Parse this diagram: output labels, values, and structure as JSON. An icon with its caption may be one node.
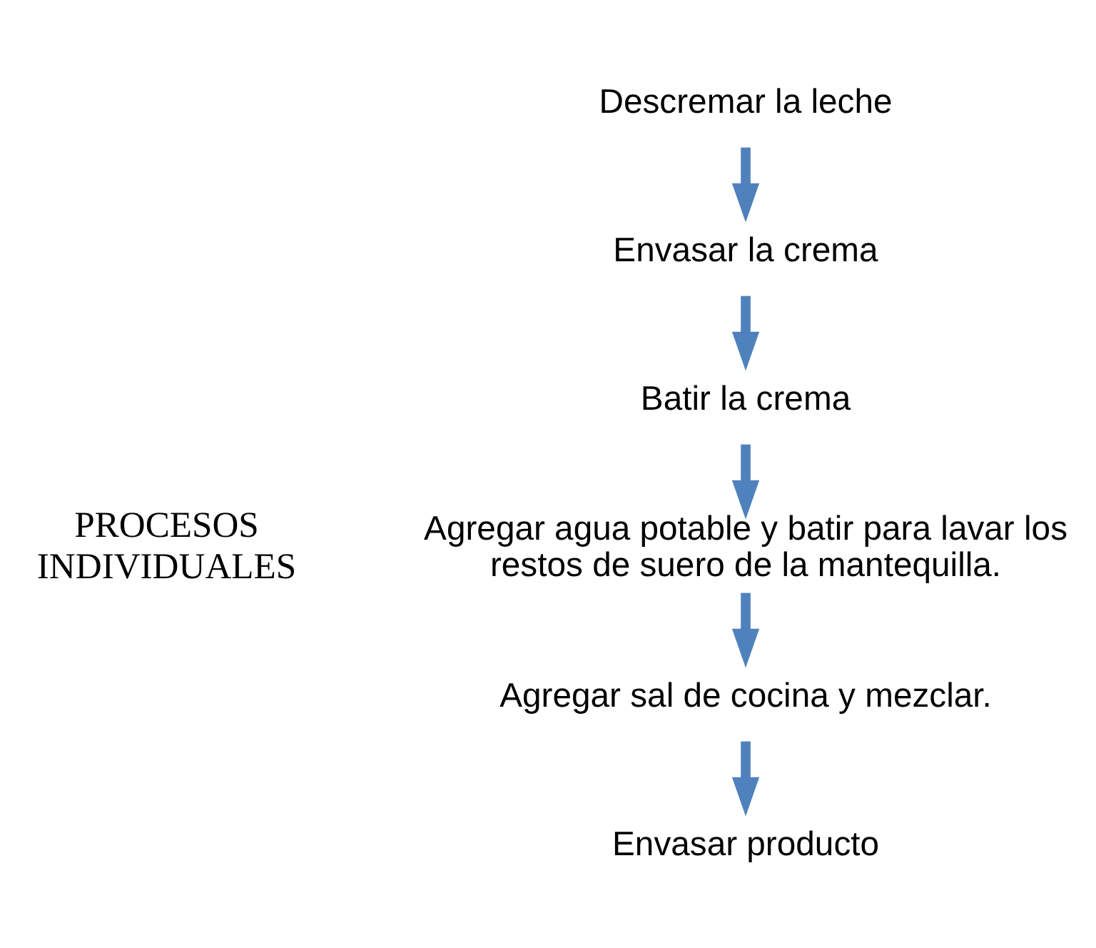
{
  "diagram": {
    "nodes": [
      {
        "text": [
          "Descremar la leche"
        ]
      },
      {
        "text": [
          "Envasar la crema"
        ]
      },
      {
        "text": [
          "Batir la crema"
        ]
      },
      {
        "text": [
          "Agregar agua potable y batir para lavar los restos de suero de la mantequilla."
        ]
      },
      {
        "text": [
          "Agregar sal de cocina y mezclar."
        ]
      },
      {
        "text": [
          "Envasar producto"
        ]
      }
    ],
    "edges": [
      {
        "from": 0,
        "to": 1,
        "arrow": "to"
      },
      {
        "from": 1,
        "to": 2,
        "arrow": "to"
      },
      {
        "from": 2,
        "to": 3,
        "arrow": "to"
      },
      {
        "from": 3,
        "to": 4,
        "arrow": "to"
      },
      {
        "from": 4,
        "to": 5,
        "arrow": "to"
      }
    ],
    "labels": [
      "PROCESOS INDIVIDUALES"
    ]
  }
}
